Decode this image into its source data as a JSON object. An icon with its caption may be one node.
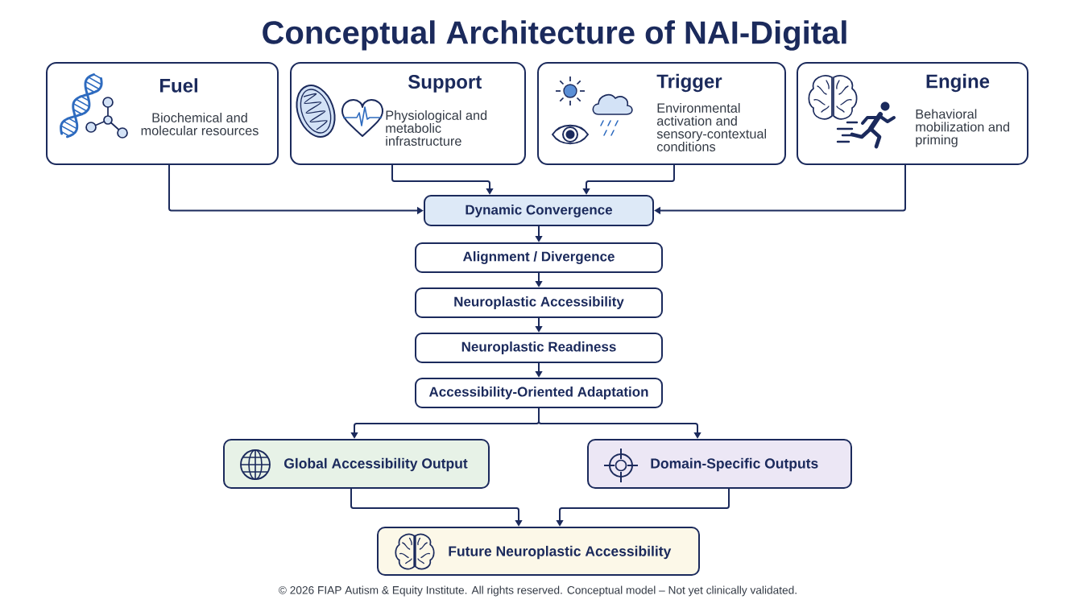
{
  "diagram": {
    "title": "Conceptual Architecture of NAI-Digital",
    "nodes": [
      {
        "text": [
          "Fuel",
          "Biochemical and molecular resources"
        ]
      },
      {
        "text": [
          "Support",
          "Physiological and metabolic infrastructure"
        ]
      },
      {
        "text": [
          "Trigger",
          "Environmental activation and sensory-contextual conditions"
        ]
      },
      {
        "text": [
          "Engine",
          "Behavioral mobilization and priming"
        ]
      },
      {
        "text": [
          "Dynamic Convergence"
        ]
      },
      {
        "text": [
          "Alignment / Divergence"
        ]
      },
      {
        "text": [
          "Neuroplastic Accessibility"
        ]
      },
      {
        "text": [
          "Neuroplastic Readiness"
        ]
      },
      {
        "text": [
          "Accessibility-Oriented Adaptation"
        ]
      },
      {
        "text": [
          "Global Accessibility Output"
        ]
      },
      {
        "text": [
          "Domain-Specific Outputs"
        ]
      },
      {
        "text": [
          "Future Neuroplastic Accessibility"
        ]
      }
    ],
    "edges": [
      {
        "from": 0,
        "to": 4,
        "arrow": "to"
      },
      {
        "from": 1,
        "to": 4,
        "arrow": "to"
      },
      {
        "from": 2,
        "to": 4,
        "arrow": "to"
      },
      {
        "from": 3,
        "to": 4,
        "arrow": "to"
      },
      {
        "from": 4,
        "to": 5,
        "arrow": "to"
      },
      {
        "from": 5,
        "to": 6,
        "arrow": "to"
      },
      {
        "from": 6,
        "to": 7,
        "arrow": "to"
      },
      {
        "from": 7,
        "to": 8,
        "arrow": "to"
      },
      {
        "from": 8,
        "to": 9,
        "arrow": "to"
      },
      {
        "from": 8,
        "to": 10,
        "arrow": "to"
      },
      {
        "from": 9,
        "to": 11,
        "arrow": "to"
      },
      {
        "from": 10,
        "to": 11,
        "arrow": "to"
      }
    ],
    "labels": [
      "© 2026 FIAP Autism & Equity Institute. All rights reserved. Conceptual model – Not yet clinically validated."
    ]
  }
}
